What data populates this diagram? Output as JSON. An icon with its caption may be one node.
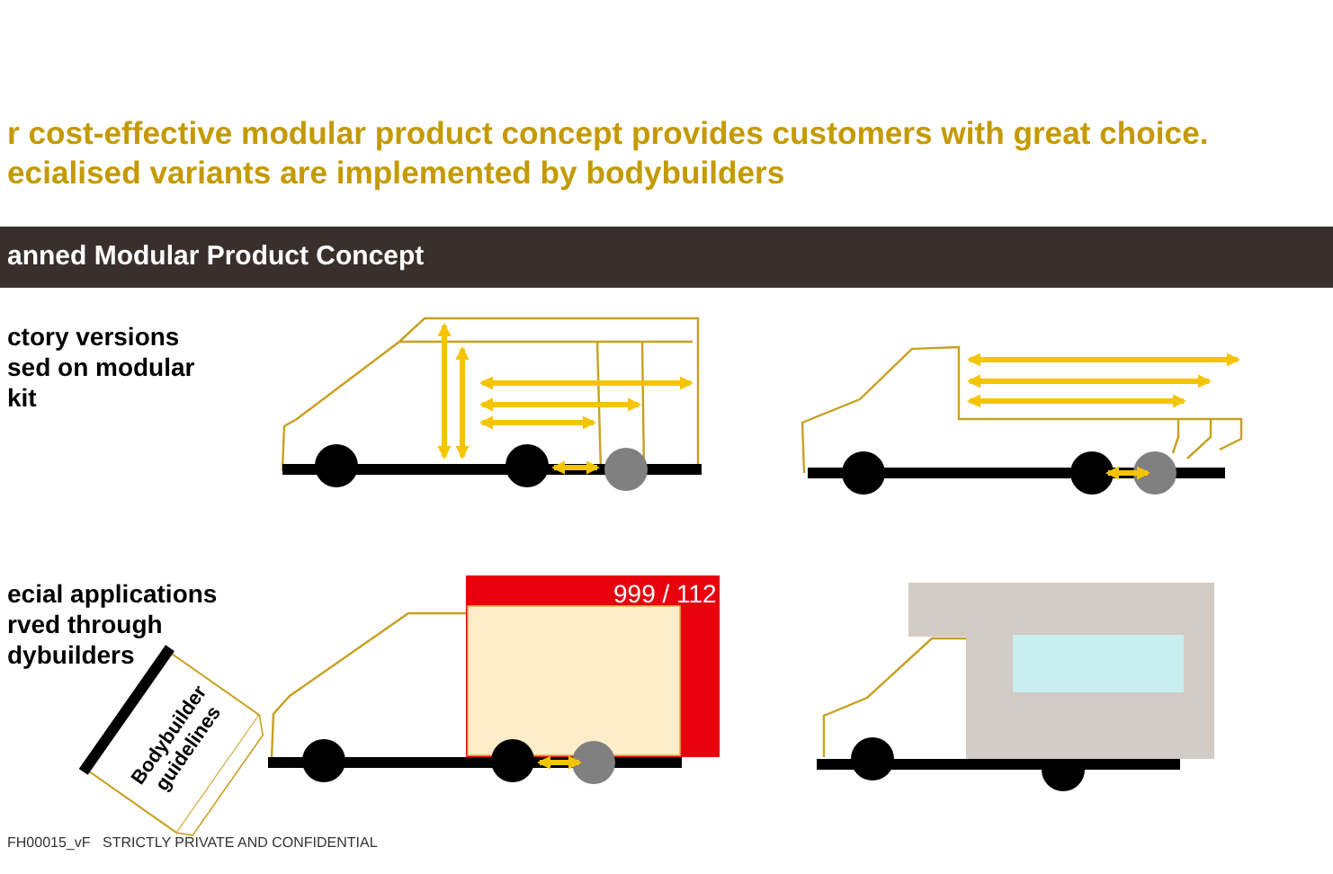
{
  "diagram": {
    "title": "r cost-effective modular product concept provides customers with great choice. ecialised variants are implemented by bodybuilders",
    "labels": [
      "anned Modular Product Concept",
      "ctory versions sed on modular kit",
      "999 / 112",
      "ecial applications rved through dybuilders",
      "Bodybuilder guidelines",
      "FH00015_vF",
      "STRICTLY PRIVATE AND CONFIDENTIAL"
    ]
  }
}
